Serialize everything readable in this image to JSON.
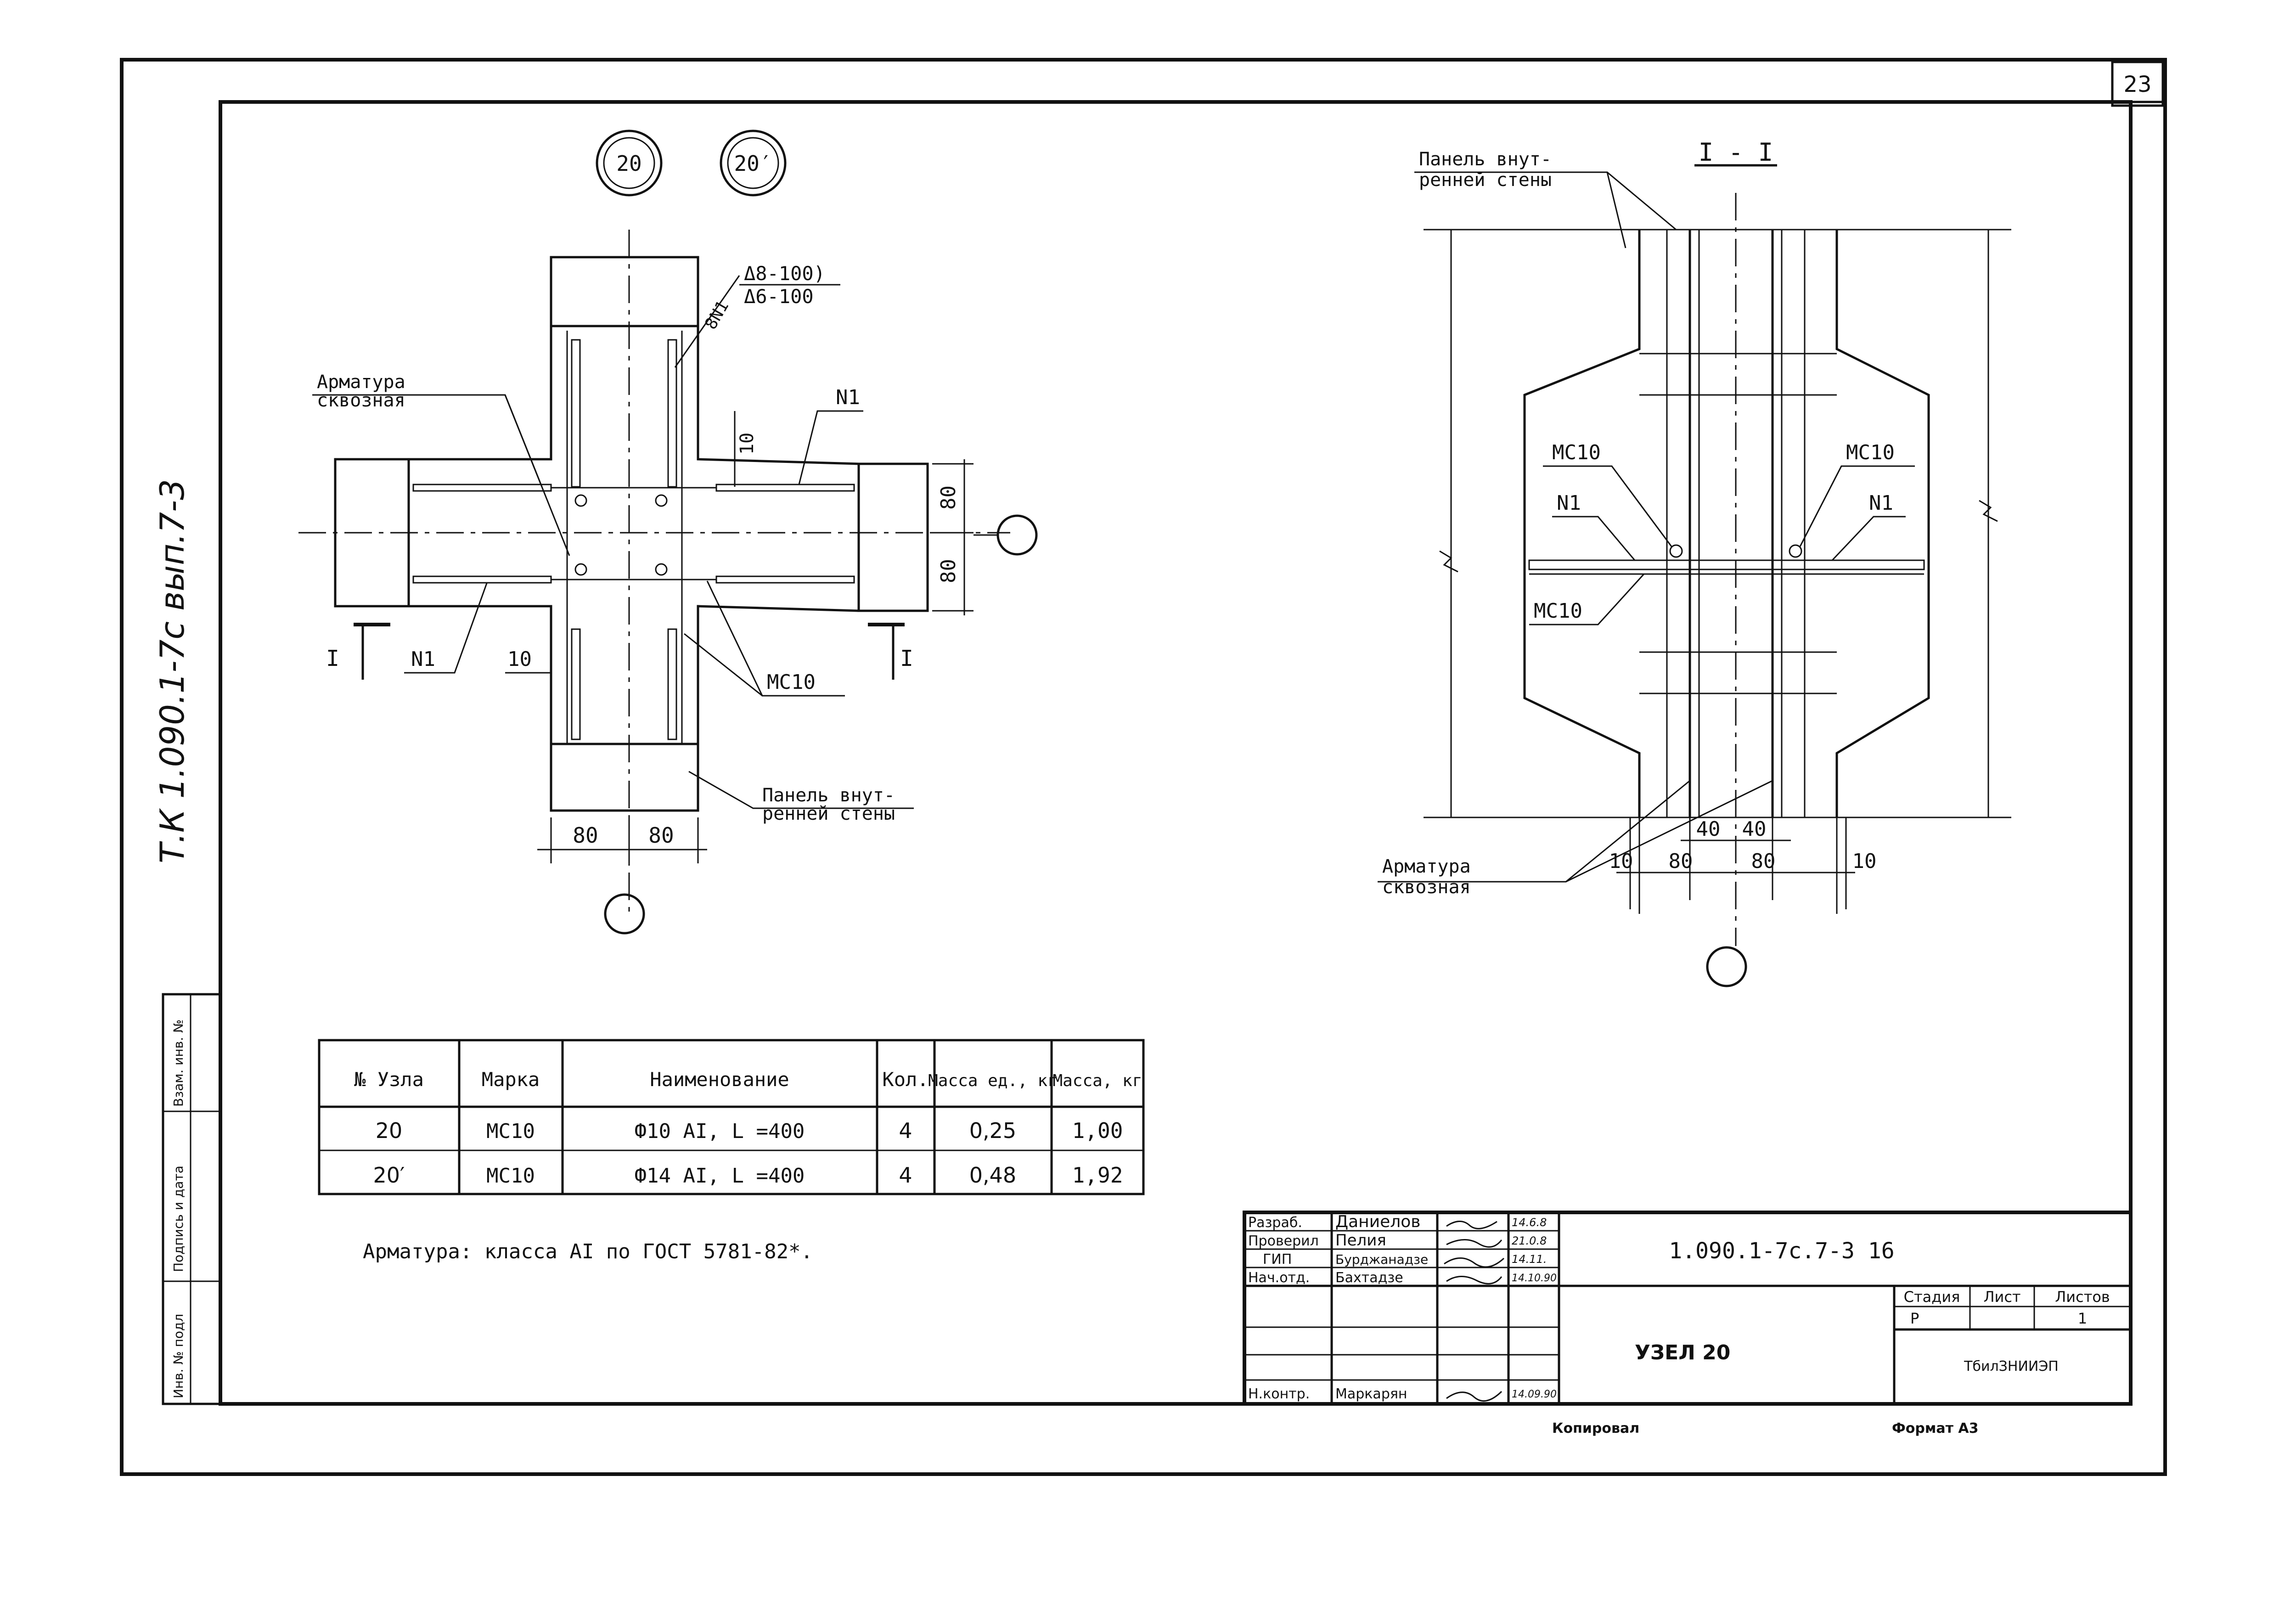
{
  "sheet": {
    "sheet_number": "23",
    "side_label": "Т.К 1.090.1-7с вып.7-3",
    "copied": "Копировал",
    "format": "Формат А3",
    "left_stamp": [
      "Инв. № подл",
      "Подпись и дата",
      "Взам. инв. №"
    ]
  },
  "plan": {
    "callout_1": "20",
    "callout_2": "20′",
    "label_armatura_line1": "Арматура",
    "label_armatura_line2": "сквозная",
    "rebar_note_line1": "Δ8-100)",
    "rebar_note_line2": "Δ6-100",
    "mark_8n1": "8N1",
    "mark_n1_right": "N1",
    "mark_n1_left": "N1",
    "mark_mc10": "МС10",
    "dim_10_top": "10",
    "dim_10_bottom": "10",
    "dim_80_r1": "80",
    "dim_80_r2": "80",
    "dim_80_b1": "80",
    "dim_80_b2": "80",
    "section_left": "I",
    "section_right": "I",
    "panel_line1": "Панель внут-",
    "panel_line2": "ренней стены"
  },
  "section": {
    "title": "I - I",
    "panel_line1": "Панель внут-",
    "panel_line2": "ренней стены",
    "mc10_left": "МС10",
    "mc10_right": "МС10",
    "mc10_lower": "МС10",
    "n1_left": "N1",
    "n1_right": "N1",
    "arm_line1": "Арматура",
    "arm_line2": "сквозная",
    "dim_40a": "40",
    "dim_40b": "40",
    "dim_10a": "10",
    "dim_80a": "80",
    "dim_80b": "80",
    "dim_10b": "10"
  },
  "spec_table": {
    "headers": [
      "№ Узла",
      "Марка",
      "Наименование",
      "Кол.",
      "Масса ед., кг",
      "Масса, кг"
    ],
    "rows": [
      [
        "20",
        "МС10",
        "Ф10 АI, L =400",
        "4",
        "0,25",
        "1,00"
      ],
      [
        "20′",
        "МС10",
        "Ф14 АI, L =400",
        "4",
        "0,48",
        "1,92"
      ]
    ]
  },
  "note": "Арматура: класса АI по ГОСТ 5781-82*.",
  "title_block": {
    "roles": [
      "Разраб.",
      "Проверил",
      "ГИП",
      "Нач.отд.",
      "Н.контр."
    ],
    "names": [
      "Даниелов",
      "Пелия",
      "Бурджанадзе",
      "Бахтадзе",
      "Маркарян"
    ],
    "dates": [
      "14.6.8",
      "21.0.8",
      "14.11.",
      "14.10.90",
      "14.09.90"
    ],
    "doc_code": "1.090.1-7с.7-3 16",
    "title": "УЗЕЛ 20",
    "stage_header": "Стадия",
    "sheet_header": "Лист",
    "sheets_header": "Листов",
    "stage_value": "Р",
    "sheets_value": "1",
    "org": "ТбилЗНИИЭП"
  }
}
